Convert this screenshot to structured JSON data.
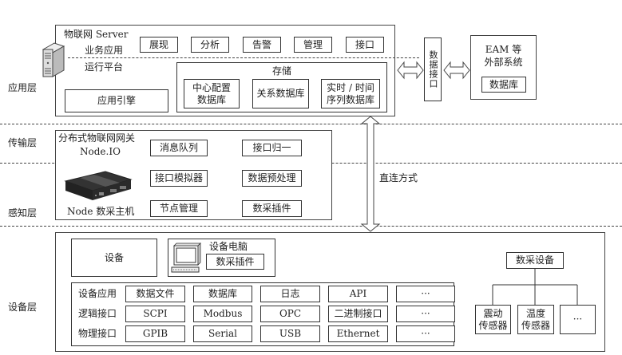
{
  "layers": {
    "application": "应用层",
    "transport": "传输层",
    "perception": "感知层",
    "device": "设备层"
  },
  "server": {
    "title": "物联网 Server",
    "business_app_label": "业务应用",
    "runtime_platform_label": "运行平台",
    "business_modules": [
      "展现",
      "分析",
      "告警",
      "管理",
      "接口"
    ],
    "app_engine": "应用引擎",
    "storage": {
      "title": "存储",
      "items": [
        "中心配置\n数据库",
        "关系数据库",
        "实时 / 时间\n序列数据库"
      ]
    }
  },
  "data_interface": "数据接口",
  "external": {
    "title": "EAM 等\n外部系统",
    "database": "数据库"
  },
  "gateway": {
    "title": "分布式物联网网关",
    "subtitle": "Node.IO",
    "modules": [
      "消息队列",
      "接口归一"
    ]
  },
  "node_host": {
    "label": "Node 数采主机",
    "modules": [
      "接口模拟器",
      "数据预处理",
      "节点管理",
      "数采插件"
    ]
  },
  "direct_connect": "直连方式",
  "device_layer": {
    "device": "设备",
    "device_pc": {
      "title": "设备电脑",
      "plugin": "数采插件"
    },
    "rows": [
      {
        "label": "设备应用",
        "cells": [
          "数据文件",
          "数据库",
          "日志",
          "API",
          "···"
        ]
      },
      {
        "label": "逻辑接口",
        "cells": [
          "SCPI",
          "Modbus",
          "OPC",
          "二进制接口",
          "···"
        ]
      },
      {
        "label": "物理接口",
        "cells": [
          "GPIB",
          "Serial",
          "USB",
          "Ethernet",
          "···"
        ]
      }
    ],
    "acquisition_device": {
      "title": "数采设备",
      "sensors": [
        "震动\n传感器",
        "温度\n传感器",
        "···"
      ]
    }
  }
}
